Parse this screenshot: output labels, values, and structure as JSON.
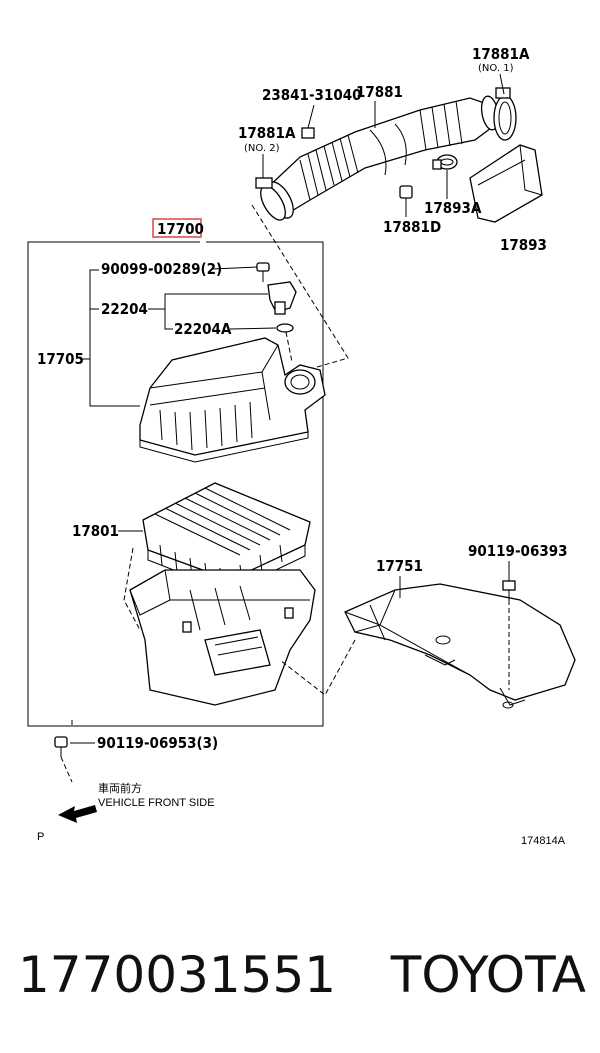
{
  "callouts": {
    "assembly": "17700",
    "hose_clamp_no1": "17881A",
    "hose_clamp_no1_sub": "(NO. 1)",
    "bolt_23841": "23841-31040",
    "inlet_hose": "17881",
    "hose_clamp_no2": "17881A",
    "hose_clamp_no2_sub": "(NO. 2)",
    "clamp_17893a": "17893A",
    "fitting_17881d": "17881D",
    "resonator_17893": "17893",
    "screw_90099": "90099-00289(2)",
    "sensor_22204": "22204",
    "gasket_22204a": "22204A",
    "cap_17705": "17705",
    "filter_17801": "17801",
    "inlet_17751": "17751",
    "bolt_90119_06393": "90119-06393",
    "bolt_90119_06953": "90119-06953(3)"
  },
  "direction": {
    "japanese": "車両前方",
    "english": "VEHICLE FRONT SIDE"
  },
  "corner": {
    "left_mark": "P",
    "figure_code": "174814A"
  },
  "footer": {
    "part_number": "1770031551",
    "brand": "TOYOTA"
  },
  "colors": {
    "highlight": "#d9534f",
    "line": "#000000"
  }
}
